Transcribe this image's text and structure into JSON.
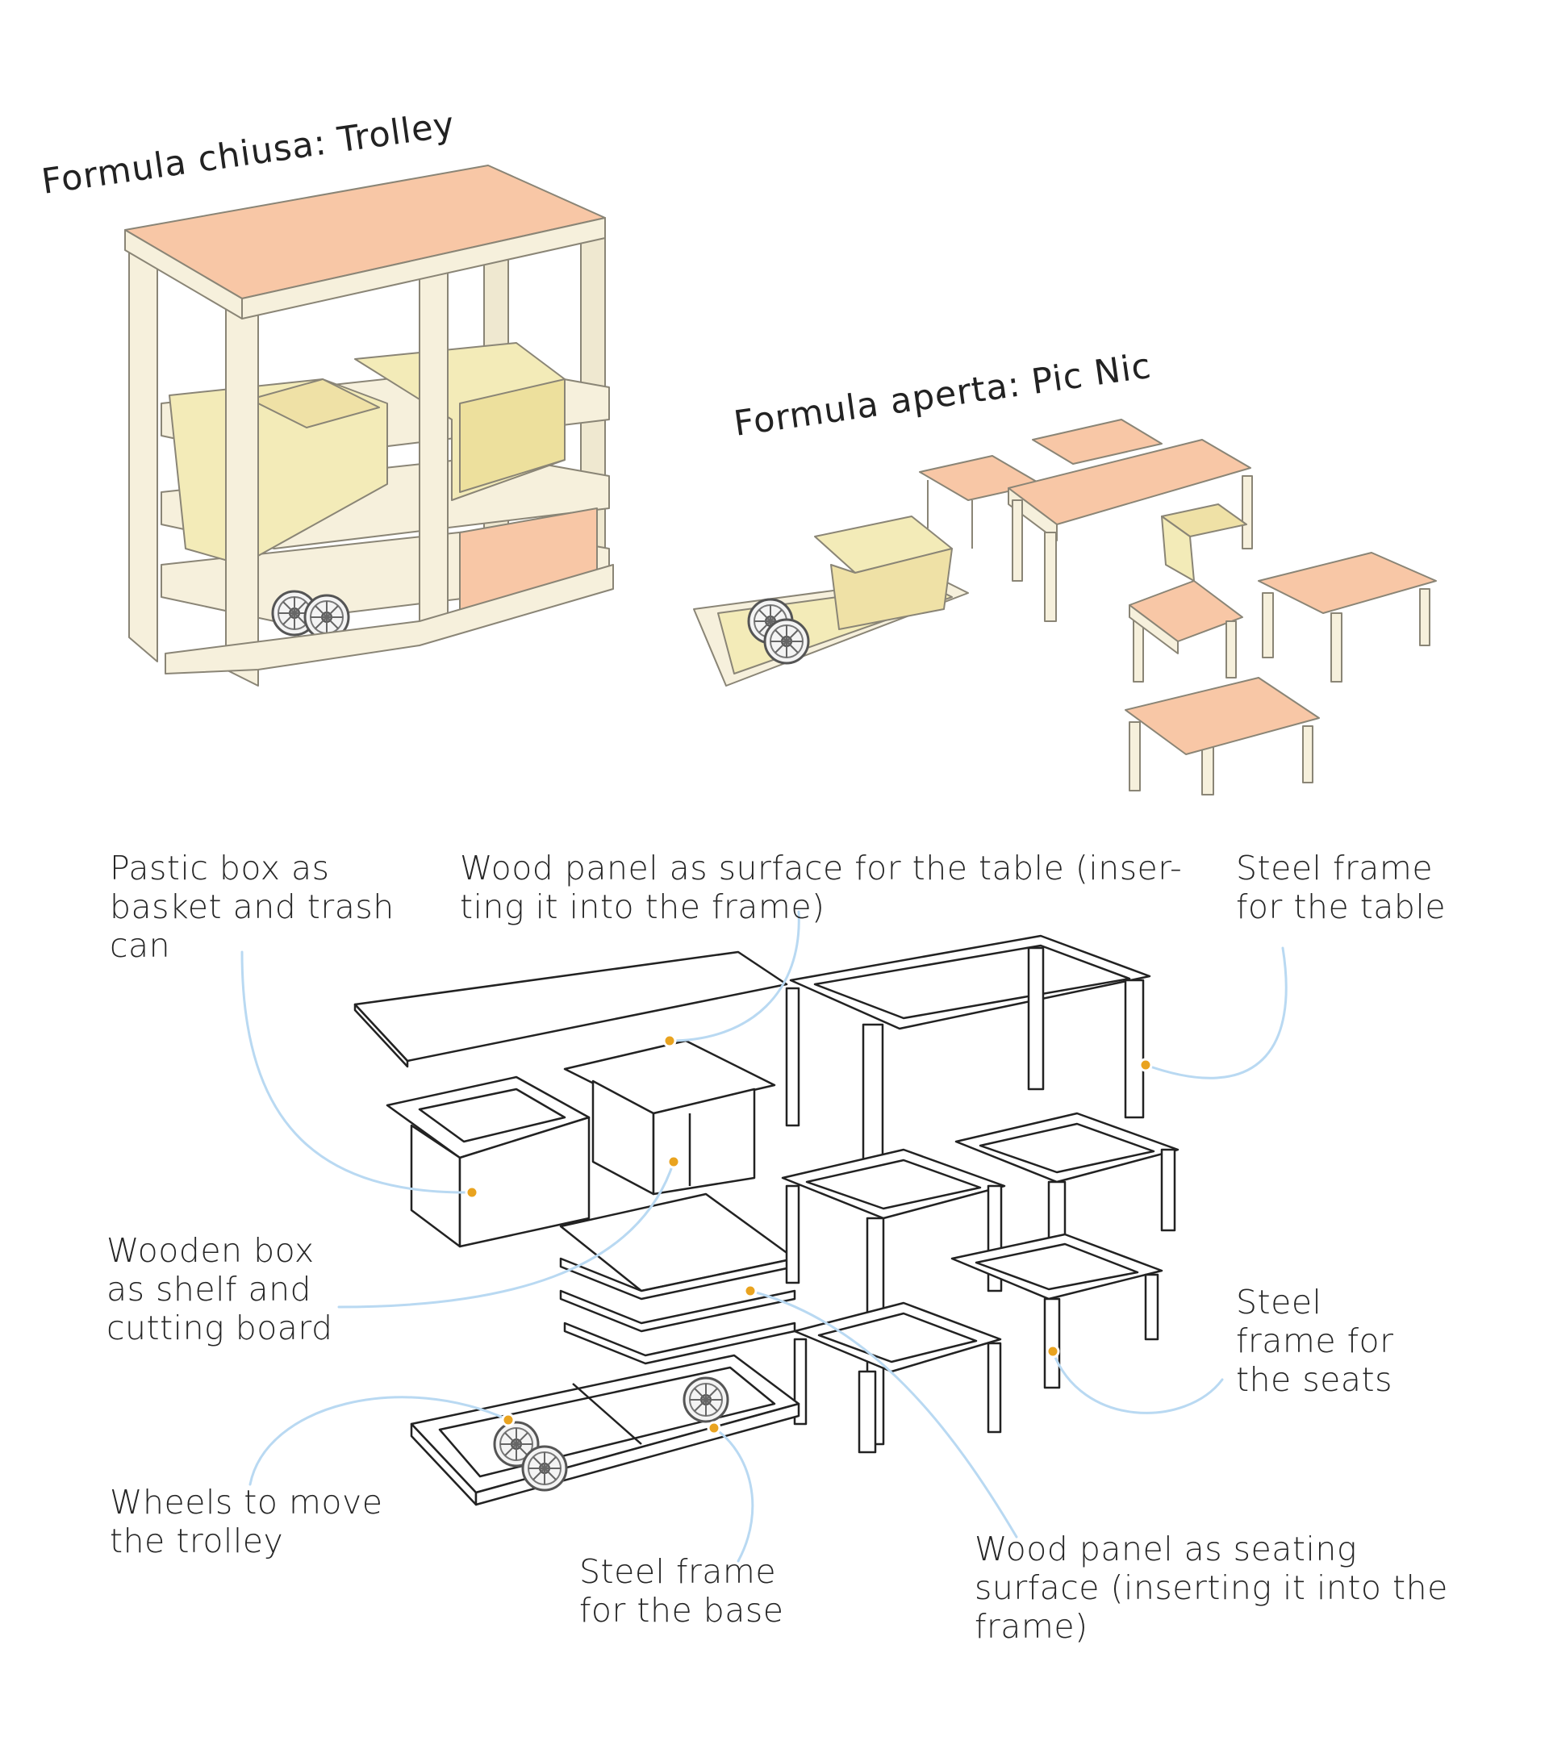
{
  "headings": {
    "closed": "Formula chiusa: Trolley",
    "open": "Formula aperta: Pic Nic"
  },
  "labels": {
    "plastic_box": "Pastic box as\nbasket and trash\ncan",
    "table_panel": "Wood panel as surface for the table (inser-\nting it into the frame)",
    "table_frame": "Steel frame\nfor the table",
    "wooden_box": "Wooden box\nas shelf and\ncutting board",
    "seat_frame": "Steel\nframe for\nthe  seats",
    "wheels": "Wheels to move\nthe trolley",
    "base_frame": "Steel frame\nfor the base",
    "seat_panel": "Wood panel as seating\nsurface (inserting it into the\nframe)"
  },
  "colors": {
    "wood_frame": "#f6f0dc",
    "top_panel": "#f8c7a6",
    "yellow_box": "#f3ebb8",
    "leader_line": "#b9d9f2",
    "marker_dot": "#e9a31f",
    "outline": "#222222"
  }
}
